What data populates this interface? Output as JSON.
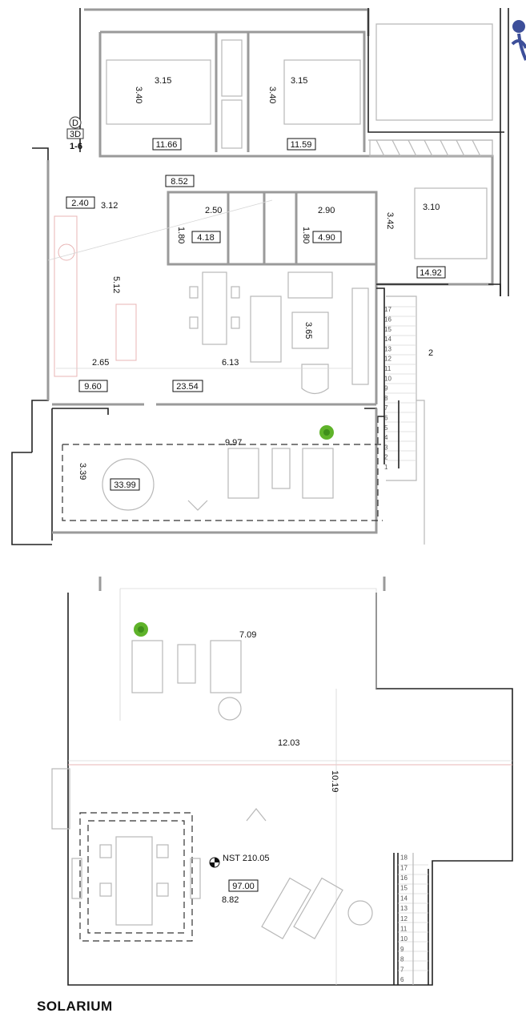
{
  "plan": {
    "title": "SOLARIUM",
    "unit_marker": {
      "letter": "D",
      "type": "3D",
      "floors": "1-6"
    },
    "level_marker": "NST 210.05",
    "logo_color": "#3d4f9a",
    "plant_color": "#5fb32a"
  },
  "areas": {
    "bedroom_1": "11.66",
    "bedroom_2": "11.59",
    "hall": "8.52",
    "entry": "2.40",
    "bath_1": "4.18",
    "bath_2": "4.90",
    "master_bedroom": "14.92",
    "kitchen": "9.60",
    "living": "23.54",
    "terrace": "33.99",
    "solarium": "97.00"
  },
  "dimensions": {
    "bed1_w": "3.15",
    "bed1_h": "3.40",
    "bed2_w": "3.15",
    "bed2_h": "3.40",
    "entry_w": "3.12",
    "bath1_w": "2.50",
    "bath1_h": "1.80",
    "bath2_w": "2.90",
    "bath2_h": "1.80",
    "master_h": "3.42",
    "master_w": "3.10",
    "kitchen_h": "5.12",
    "living_h": "3.65",
    "kitchen_w": "2.65",
    "living_w": "6.13",
    "stair_w": "2",
    "terrace_w": "9.97",
    "terrace_h": "3.39",
    "sol_top_w": "7.09",
    "sol_w": "12.03",
    "sol_h": "10.19",
    "sol_dim": "8.82"
  },
  "stairs_upper": [
    "1",
    "2",
    "3",
    "4",
    "5",
    "6",
    "7",
    "8",
    "9",
    "10",
    "11",
    "12",
    "13",
    "14",
    "15",
    "16",
    "17"
  ],
  "stairs_lower": [
    "6",
    "7",
    "8",
    "9",
    "10",
    "11",
    "12",
    "13",
    "14",
    "15",
    "16",
    "17",
    "18"
  ]
}
